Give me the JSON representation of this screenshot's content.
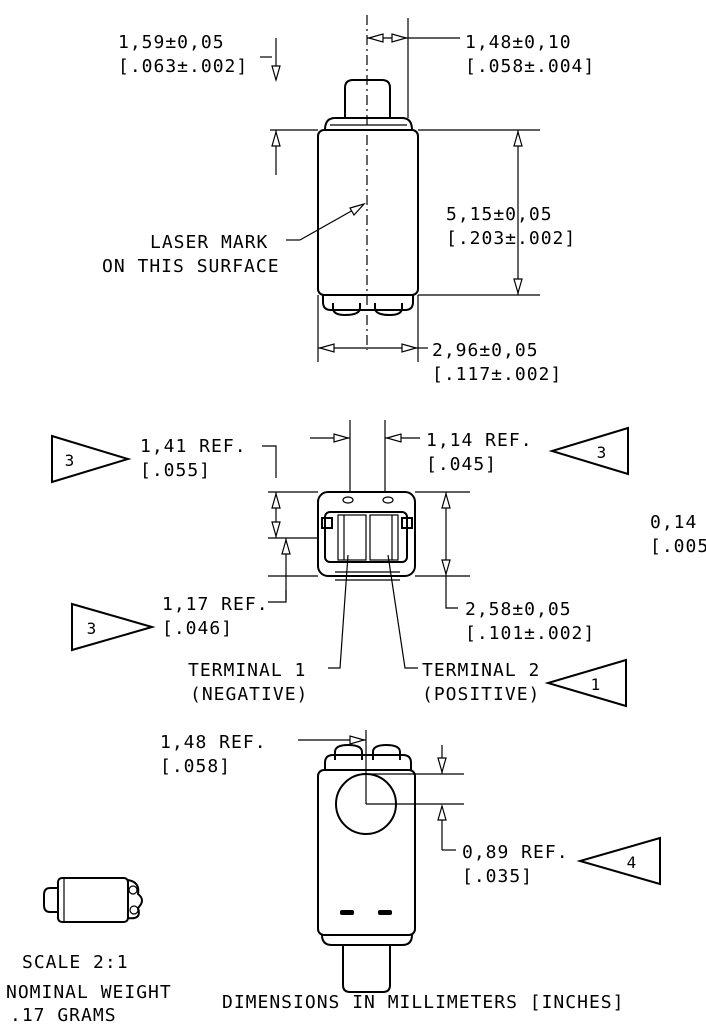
{
  "top_view": {
    "dim_width_mm": "1,59±0,05",
    "dim_width_in": "[.063±.002]",
    "dim_offset_mm": "1,48±0,10",
    "dim_offset_in": "[.058±.004]",
    "dim_height_mm": "5,15±0,05",
    "dim_height_in": "[.203±.002]",
    "dim_body_mm": "2,96±0,05",
    "dim_body_in": "[.117±.002]",
    "laser_line1": "LASER MARK",
    "laser_line2": "ON THIS SURFACE"
  },
  "end_view": {
    "ref_left_mm": "1,41  REF.",
    "ref_left_in": "[.055]",
    "ref_right_mm": "1,14   REF.",
    "ref_right_in": "[.045]",
    "ref_low_mm": "1,17 REF.",
    "ref_low_in": "[.046]",
    "dim_height_mm": "2,58±0,05",
    "dim_height_in": "[.101±.002]",
    "side_mm": "0,14",
    "side_in": "[.005",
    "terminal1_line1": "TERMINAL 1",
    "terminal1_line2": "(NEGATIVE)",
    "terminal2_line1": "TERMINAL 2",
    "terminal2_line2": "(POSITIVE)"
  },
  "bottom_view": {
    "ref_mm": "1,48   REF.",
    "ref_in": "[.058]",
    "ref2_mm": "0,89  REF.",
    "ref2_in": "[.035]"
  },
  "flags": [
    "3",
    "3",
    "3",
    "1",
    "4"
  ],
  "footer": {
    "scale": "SCALE  2:1",
    "weight_line1": "NOMINAL WEIGHT",
    "weight_line2": ".17 GRAMS",
    "units_note": "DIMENSIONS IN MILLIMETERS [INCHES]"
  }
}
